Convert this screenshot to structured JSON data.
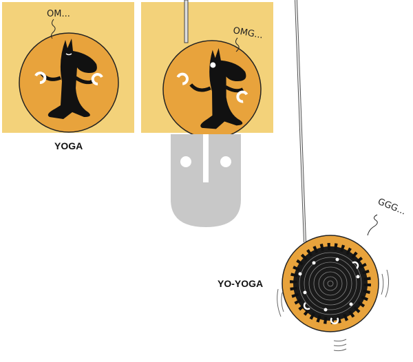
{
  "panels": {
    "yoga": {
      "caption": "YOGA",
      "speech": "OM..."
    },
    "middle": {
      "speech": "OMG..."
    },
    "yoyo": {
      "caption": "YO-YOGA",
      "speech": "GGG..."
    }
  },
  "colors": {
    "panel_bg": "#f3d27a",
    "disc": "#e8a33c",
    "ink": "#111111",
    "mask_grey": "#c8c8c8"
  }
}
